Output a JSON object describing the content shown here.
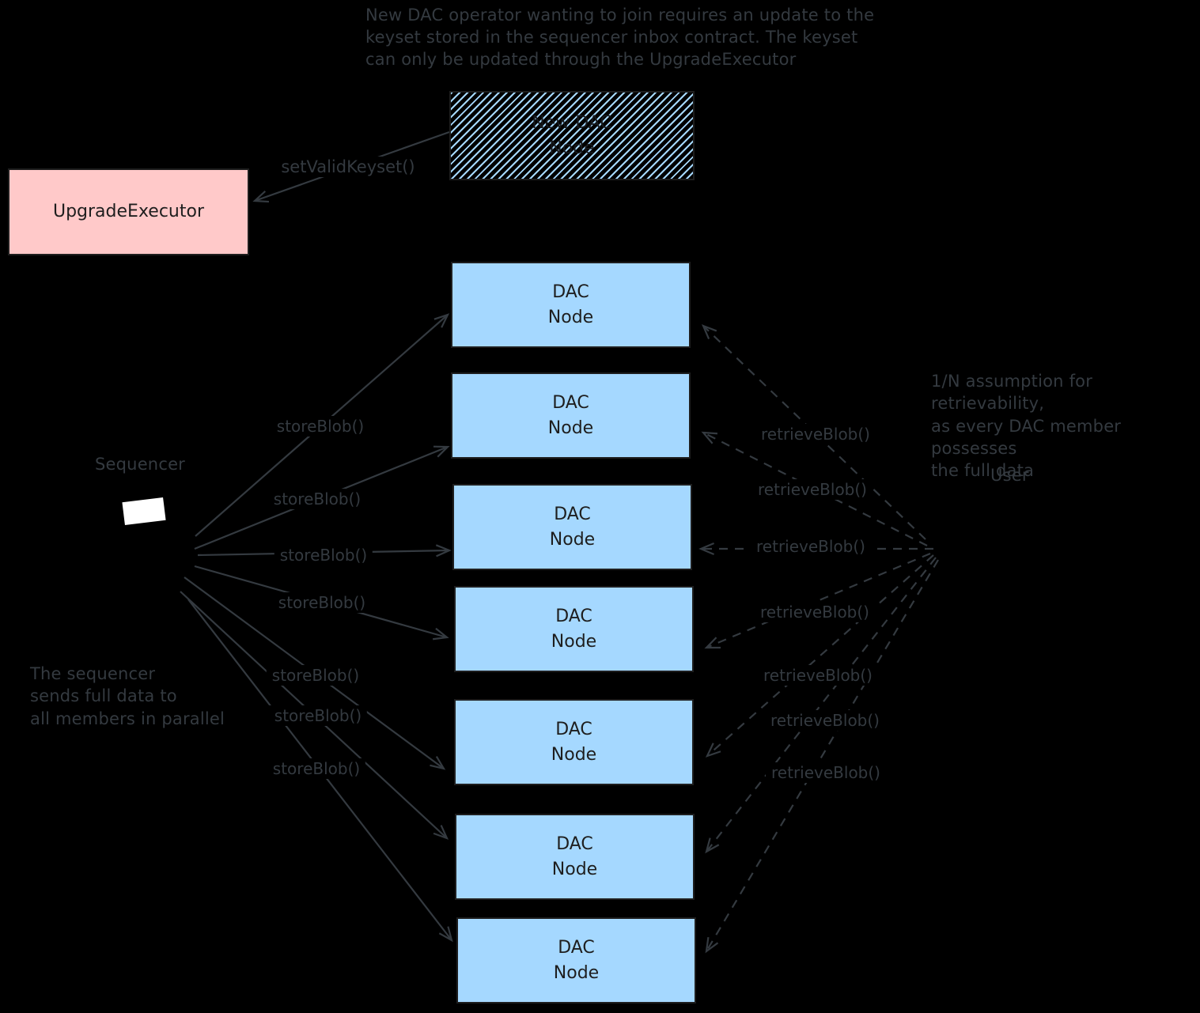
{
  "top_note": "New DAC operator wanting to join requires an update to the\nkeyset stored in the sequencer inbox contract. The keyset\ncan only be updated through the UpgradeExecutor",
  "new_dac_box_label": "New DAC\nNode",
  "upgrade_box_label": "UpgradeExecutor",
  "set_valid_keyset_label": "setValidKeyset()",
  "sequencer_label": "Sequencer",
  "user_label": "User",
  "left_note": "The sequencer\nsends full data to\nall members in parallel",
  "right_note": "1/N assumption for retrievability,\nas every DAC member possesses\nthe full data",
  "dac_nodes": [
    "DAC\nNode",
    "DAC\nNode",
    "DAC\nNode",
    "DAC\nNode",
    "DAC\nNode",
    "DAC\nNode",
    "DAC\nNode"
  ],
  "store_labels": [
    "storeBlob()",
    "storeBlob()",
    "storeBlob()",
    "storeBlob()",
    "storeBlob()",
    "storeBlob()",
    "storeBlob()"
  ],
  "retrieve_labels": [
    "retrieveBlob()",
    "retrieveBlob()",
    "retrieveBlob()",
    "retrieveBlob()",
    "retrieveBlob()",
    "retrieveBlob()",
    "retrieveBlob()"
  ],
  "colors": {
    "background": "#000000",
    "node_fill": "#a5d8ff",
    "upgrade_fill": "#ffc9c9",
    "stroke": "#343a40",
    "box_stroke": "#1e1e1e",
    "box_text": "#1e1e1e",
    "note_text": "#343a40",
    "sequencer_screen": "#ffffff"
  }
}
